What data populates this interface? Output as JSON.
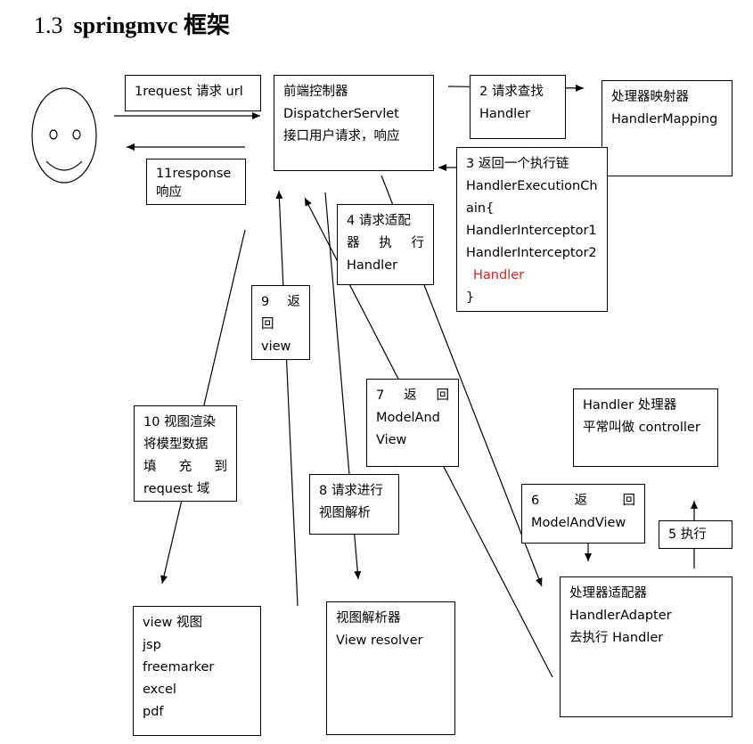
{
  "title": {
    "num": "1.3",
    "text": "springmvc 框架"
  },
  "boxes": {
    "request": [
      "1request 请求  url"
    ],
    "front_controller": [
      "前端控制器",
      "DispatcherServlet",
      "接口用户请求，响应"
    ],
    "step2": [
      "2 请求查找",
      "Handler"
    ],
    "handler_mapping": [
      "处理器映射器",
      "HandlerMapping"
    ],
    "response": [
      "11response",
      "响应"
    ],
    "step3": [
      "3 返回一个执行链",
      "HandlerExecutionCh",
      "ain{",
      "HandlerInterceptor1",
      "HandlerInterceptor2",
      "Handler",
      "}"
    ],
    "step4": [
      "4 请求适配",
      [
        "器",
        "执",
        "行"
      ],
      "Handler"
    ],
    "step9": [
      [
        "9",
        "返"
      ],
      "回",
      "view"
    ],
    "step7": [
      [
        "7",
        "返",
        "回"
      ],
      "ModelAnd",
      "View"
    ],
    "handler": [
      "Handler 处理器",
      "平常叫做 controller"
    ],
    "step10": [
      "10 视图渲染",
      "将模型数据",
      [
        "填",
        "充",
        "到"
      ],
      "request 域"
    ],
    "step8": [
      "8 请求进行",
      "视图解析"
    ],
    "step6": [
      [
        "6",
        "返",
        "回"
      ],
      "ModelAndView"
    ],
    "step5": [
      "5 执行"
    ],
    "handler_adapter": [
      "处理器适配器",
      "HandlerAdapter",
      "去执行 Handler"
    ],
    "view": [
      "view 视图",
      "jsp",
      "freemarker",
      "excel",
      "pdf"
    ],
    "view_resolver": [
      "视图解析器",
      "View resolver"
    ]
  },
  "colors": {
    "line": "#000000",
    "highlight": "#e02020"
  }
}
